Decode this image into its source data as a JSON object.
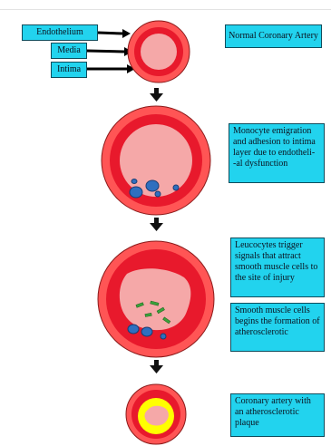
{
  "labels": {
    "endothelium": "Endothelium",
    "media": "Media",
    "intima": "Intima"
  },
  "stages": [
    {
      "text": "Normal Coronary Artery"
    },
    {
      "text": "Monocyte emigration and adhesion to intima layer due to endotheli- -al dysfunction"
    },
    {
      "text": "Leucocytes trigger signals that attract smooth muscle cells to the site of injury"
    },
    {
      "text": "Smooth muscle cells begins the formation of atherosclerotic"
    },
    {
      "text": "Coronary artery with an atherosclerotic plaque"
    }
  ],
  "colors": {
    "outer_ring": "#ff5555",
    "inner_ring": "#e8192c",
    "lumen": "#f5a8a8",
    "plaque": "#ffff00",
    "monocyte": "#2f6fbf",
    "smooth_muscle": "#3aa23a",
    "box_fill": "#22d3ee"
  }
}
